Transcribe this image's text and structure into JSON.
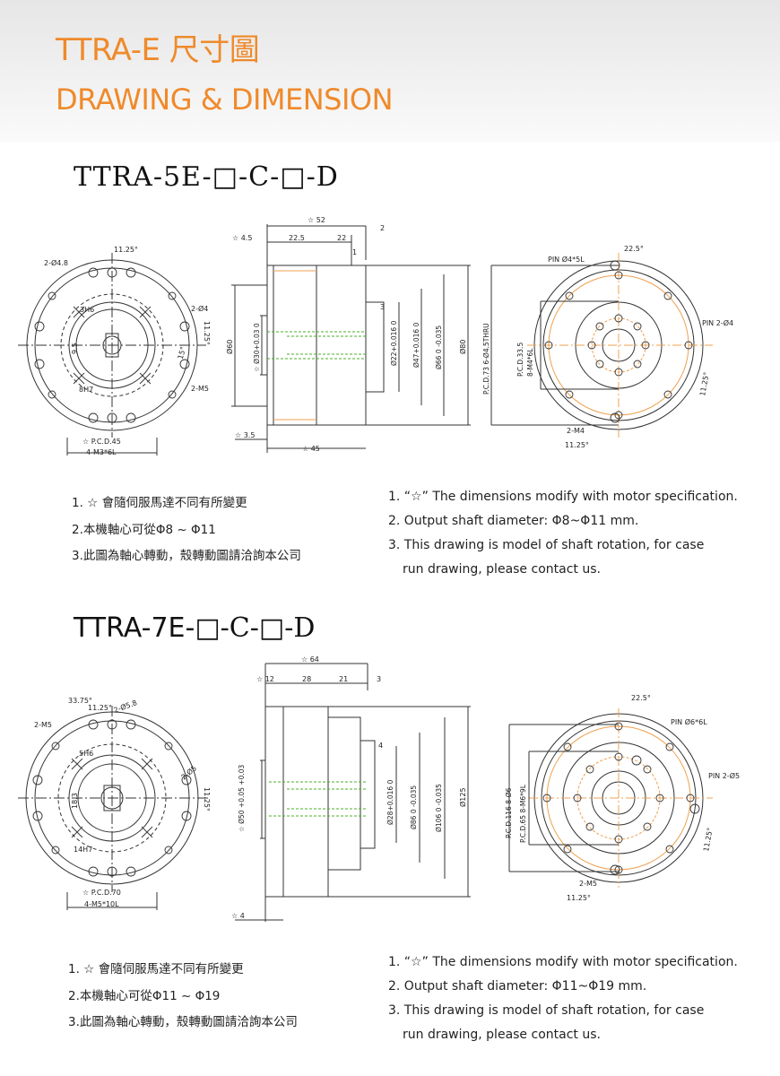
{
  "header": {
    "title_cn": "TTRA-E 尺寸圖",
    "title_en": "DRAWING & DIMENSION"
  },
  "colors": {
    "accent": "#ef8a2b",
    "line": "#333333",
    "green": "#4caf2a",
    "orange_dim": "#f0a050"
  },
  "section1": {
    "model_text": "TTRA-5E-□-C-□-D",
    "front": {
      "angle_top": "11.25°",
      "bolt_top": "2-Ø4.8",
      "key_w": "3H6",
      "bolt_right": "2-Ø4",
      "angle_right": "11.25°",
      "angle_15": "15°",
      "key_h": "9.5",
      "bore": "8H7",
      "thread_right": "2-M5",
      "pcd": "☆ P.C.D.45",
      "thread_bottom": "4-M3*6L"
    },
    "side": {
      "total": "☆ 52",
      "d45": "☆ 4.5",
      "d225": "22.5",
      "d22": "22",
      "d2": "2",
      "d1": "1",
      "d3": "3",
      "dia60": "Ø60",
      "dia30": "☆ Ø30+0.03 0",
      "dia22": "Ø22+0.016 0",
      "dia47": "Ø47+0.016 0",
      "dia66": "Ø66 0 -0.035",
      "dia80": "Ø80",
      "d35": "☆ 3.5",
      "d45b": "☆ 45"
    },
    "rear": {
      "pcd73": "P.C.D.73 6-Ø4.5THRU",
      "pcd335": "P.C.D.33.5",
      "m4_8": "8-M4*6L",
      "pin45": "PIN Ø4*5L",
      "angle225": "22.5°",
      "pin2": "PIN 2-Ø4",
      "angle1125": "11.25°",
      "m4": "2-M4",
      "angle_b": "11.25°"
    },
    "notes_cn": [
      "1. ☆ 會隨伺服馬達不同有所變更",
      "2.本機軸心可從Φ8 ~ Φ11",
      "3.此圖為軸心轉動，殼轉動圖請洽詢本公司"
    ],
    "notes_en": [
      "1.  “☆” The dimensions modify with motor specification.",
      "2. Output shaft diameter: Φ8~Φ11 mm.",
      "3. This drawing is model of shaft rotation, for case",
      "run drawing, please contact us."
    ]
  },
  "section2": {
    "model_main": "TTRA-7E-",
    "model_suffix": "□-C-□-D",
    "front": {
      "angle_3375": "33.75°",
      "angle_1125": "11.25°",
      "bolt_58": "2-Ø5.8",
      "m5": "2-M5",
      "key_w": "5H6",
      "bolt_5": "2-Ø5",
      "key_h": "18.3",
      "angle_r": "11.25°",
      "bore": "14H7",
      "pcd": "☆ P.C.D.70",
      "thread_bottom": "4-M5*10L"
    },
    "side": {
      "total": "☆ 64",
      "d12": "☆ 12",
      "d28": "28",
      "d21": "21",
      "d3": "3",
      "d4": "4",
      "dia50": "☆ Ø50 +0.05 +0.03",
      "dia28": "Ø28+0.016 0",
      "dia86": "Ø86 0 -0.035",
      "dia106": "Ø106 0 -0.035",
      "dia125": "Ø125",
      "d4b": "☆ 4"
    },
    "rear": {
      "pcd116": "P.C.D.116 8-Ø6",
      "pcd65": "P.C.D.65 8-M6*9L",
      "angle225": "22.5°",
      "pin66": "PIN Ø6*6L",
      "pin5": "PIN 2-Ø5",
      "angle1125": "11.25°",
      "m5": "2-M5",
      "angle_b": "11.25°"
    },
    "notes_cn": [
      "1. ☆ 會隨伺服馬達不同有所變更",
      "2.本機軸心可從Φ11 ~ Φ19",
      "3.此圖為軸心轉動，殼轉動圖請洽詢本公司"
    ],
    "notes_en": [
      "1.  “☆” The dimensions modify with motor specification.",
      "2. Output shaft diameter: Φ11~Φ19 mm.",
      "3. This drawing is model of shaft rotation, for case",
      "run drawing, please contact us."
    ]
  }
}
